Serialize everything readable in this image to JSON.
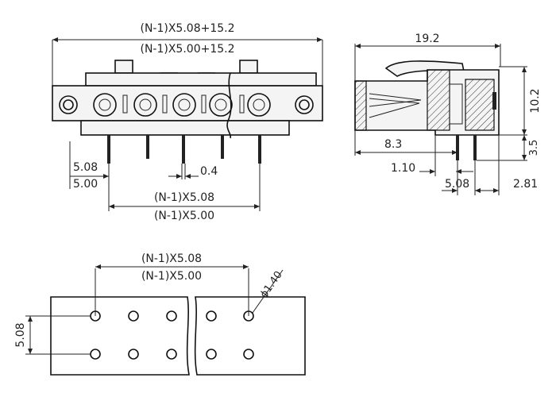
{
  "front_view": {
    "overall_dim_1": "(N-1)X5.08+15.2",
    "overall_dim_2": "(N-1)X5.00+15.2",
    "pin_offset_1": "5.08",
    "pin_offset_2": "5.00",
    "pin_width": "0.4",
    "span_dim_1": "(N-1)X5.08",
    "span_dim_2": "(N-1)X5.00"
  },
  "side_view": {
    "depth": "19.2",
    "height": "10.2",
    "pin_length": "3.5",
    "front_depth": "8.3",
    "pin_offset": "1.10",
    "pin_row_pitch": "5.08",
    "rear_offset": "2.81"
  },
  "pcb_layout": {
    "span_dim_1": "(N-1)X5.08",
    "span_dim_2": "(N-1)X5.00",
    "hole_diameter": "ϕ1.40",
    "row_pitch": "5.08"
  }
}
